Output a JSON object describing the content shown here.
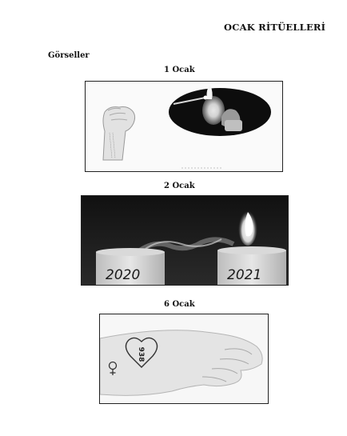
{
  "document": {
    "title": "OCAK RİTÜELLERİ",
    "section_label": "Görseller"
  },
  "figures": [
    {
      "caption": "1 Ocak",
      "icon": "fist-and-candle-photo"
    },
    {
      "caption": "2 Ocak",
      "icon": "candles-photo",
      "candle_left_text": "2020",
      "candle_right_text": "2021"
    },
    {
      "caption": "6 Ocak",
      "icon": "wrist-tattoo-photo",
      "tattoo_text": "938"
    }
  ]
}
